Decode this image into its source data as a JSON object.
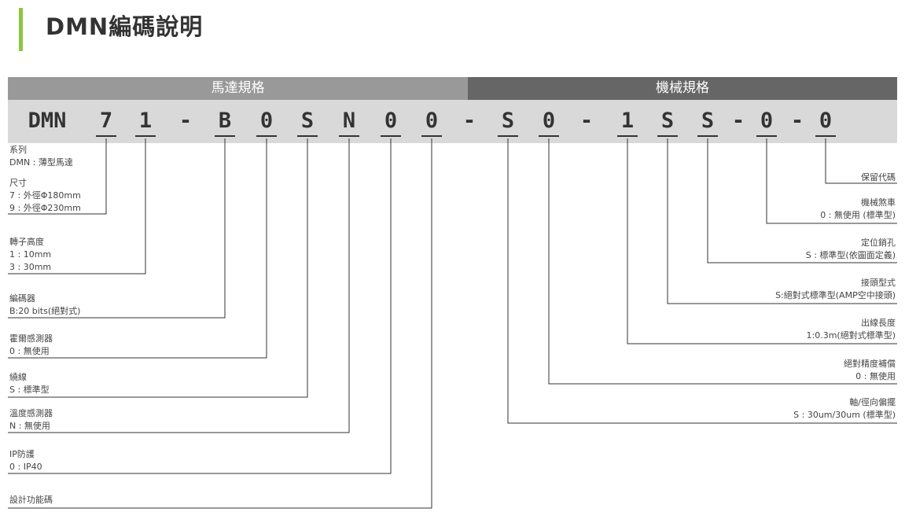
{
  "title": "DMN編碼說明",
  "headers": {
    "motor": "馬達規格",
    "mechanical": "機械規格"
  },
  "code": [
    "DMN",
    "7",
    "1",
    "-",
    "B",
    "0",
    "S",
    "N",
    "0",
    "0",
    "-",
    "S",
    "0",
    "-",
    "1",
    "S",
    "S",
    "-",
    "0",
    "-",
    "0"
  ],
  "left_labels": [
    {
      "title": "系列",
      "lines": [
        "DMN : 薄型馬達"
      ]
    },
    {
      "title": "尺寸",
      "lines": [
        "7 : 外徑Φ180mm",
        "9 : 外徑Φ230mm"
      ]
    },
    {
      "title": "轉子高度",
      "lines": [
        "1 : 10mm",
        "3 : 30mm"
      ]
    },
    {
      "title": "編碼器",
      "lines": [
        "B:20 bits(絕對式)"
      ]
    },
    {
      "title": "霍爾感測器",
      "lines": [
        "0 : 無使用"
      ]
    },
    {
      "title": "繞線",
      "lines": [
        "S : 標準型"
      ]
    },
    {
      "title": "溫度感測器",
      "lines": [
        "N : 無使用"
      ]
    },
    {
      "title": "IP防護",
      "lines": [
        "0 : IP40"
      ]
    },
    {
      "title": "設計功能碼",
      "lines": []
    }
  ],
  "right_labels": [
    {
      "title": "保留代碼",
      "lines": []
    },
    {
      "title": "機械煞車",
      "lines": [
        "0 : 無使用 (標準型)"
      ]
    },
    {
      "title": "定位銷孔",
      "lines": [
        "S : 標準型(依圖面定義)"
      ]
    },
    {
      "title": "接頭型式",
      "lines": [
        "S:絕對式標準型(AMP空中接頭)"
      ]
    },
    {
      "title": "出線長度",
      "lines": [
        "1:0.3m(絕對式標準型)"
      ]
    },
    {
      "title": "絕對精度補償",
      "lines": [
        "0 : 無使用"
      ]
    },
    {
      "title": "軸/徑向偏擺",
      "lines": [
        "S : 30um/30um (標準型)"
      ]
    }
  ]
}
